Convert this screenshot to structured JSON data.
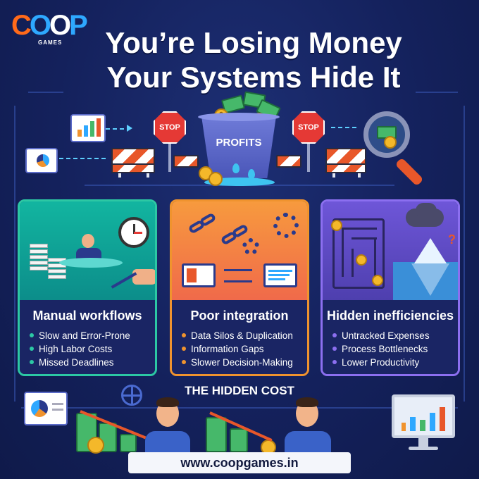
{
  "brand": {
    "logo_text": "COOP",
    "logo_sub": "GAMES",
    "colors": {
      "orange": "#ff6a1a",
      "blue": "#2ea8ff",
      "navy": "#13205a"
    }
  },
  "headline": {
    "line1": "You’re Losing Money",
    "line2": "Your Systems Hide It"
  },
  "illustration": {
    "stop_left": "STOP",
    "stop_right": "STOP",
    "bucket_label": "PROFITS",
    "coin_symbol": "$"
  },
  "cards": [
    {
      "title": "Manual workflows",
      "accent": "#2cc8a4",
      "items": [
        "Slow and Error-Prone",
        "High Labor Costs",
        "Missed Deadlines"
      ]
    },
    {
      "title": "Poor integration",
      "accent": "#f0932e",
      "items": [
        "Data Silos & Duplication",
        "Information Gaps",
        "Slower Decision-Making"
      ]
    },
    {
      "title": "Hidden inefficiencies",
      "accent": "#8c6ff0",
      "items": [
        "Untracked Expenses",
        "Process Bottlenecks",
        "Lower Productivity"
      ]
    }
  ],
  "bottom": {
    "section_title": "THE HIDDEN COST",
    "url": "www.coopgames.in"
  },
  "icons": [
    "stop-sign-icon",
    "bucket-icon",
    "magnifier-icon",
    "chart-icon",
    "pie-chart-icon",
    "clock-icon",
    "gear-icon",
    "chain-link-icon",
    "maze-icon",
    "iceberg-icon",
    "storm-cloud-icon",
    "globe-icon",
    "cash-icon",
    "coin-icon",
    "monitor-icon"
  ]
}
